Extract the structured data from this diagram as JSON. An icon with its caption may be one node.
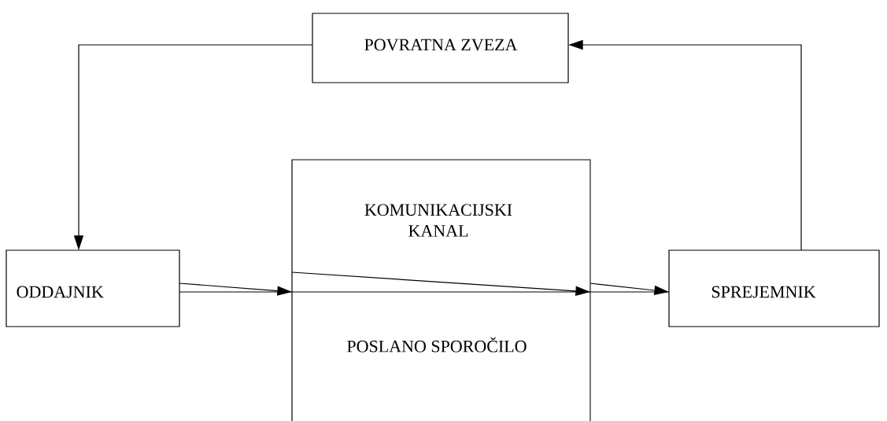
{
  "diagram": {
    "nodes": [
      {
        "text": [
          "POVRATNA ZVEZA"
        ]
      },
      {
        "text": [
          "ODDAJNIK"
        ]
      },
      {
        "text": [
          "KOMUNIKACIJSKI KANAL",
          "POSLANO SPOROČILO"
        ]
      },
      {
        "text": [
          "SPREJEMNIK"
        ]
      }
    ],
    "edges": [
      {
        "from": 0,
        "to": 1,
        "arrow": "to"
      },
      {
        "from": 1,
        "to": 2,
        "arrow": "to"
      },
      {
        "from": 2,
        "to": 3,
        "arrow": "to"
      },
      {
        "from": 3,
        "to": 0,
        "arrow": "to"
      }
    ]
  }
}
